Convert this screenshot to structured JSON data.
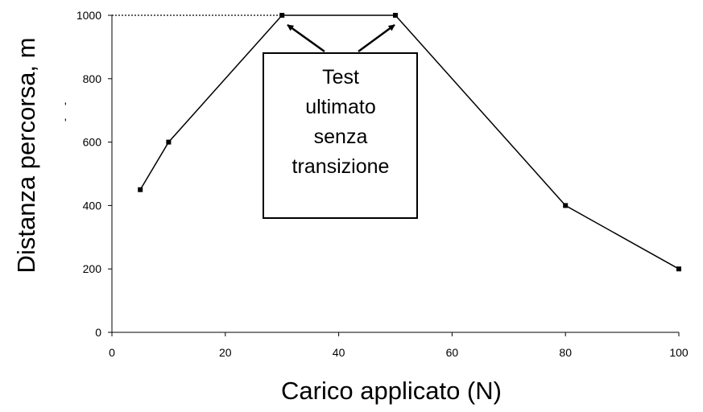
{
  "chart_data": {
    "type": "line",
    "title": "",
    "xlabel": "Carico applicato (N)",
    "ylabel": "Distanza percorsa, m",
    "xlim": [
      0,
      100
    ],
    "ylim": [
      0,
      1000
    ],
    "xticks": [
      0,
      20,
      40,
      60,
      80,
      100
    ],
    "yticks": [
      0,
      200,
      400,
      600,
      800,
      1000
    ],
    "grid": false,
    "legend": "none",
    "series": [
      {
        "x": [
          5,
          10,
          30,
          50,
          80,
          100
        ],
        "y": [
          450,
          600,
          1000,
          1000,
          400,
          200
        ]
      }
    ],
    "reference_line": {
      "style": "dotted",
      "y": 1000,
      "x_from": 0,
      "x_to": 30
    },
    "annotation": {
      "lines": [
        "Test",
        "ultimato",
        "senza",
        "transizione"
      ],
      "arrow_targets": [
        {
          "x": 30,
          "y": 1000
        },
        {
          "x": 50,
          "y": 1000
        }
      ]
    },
    "colors": {
      "line": "#000000",
      "marker": "#000000",
      "axis": "#000000"
    }
  }
}
